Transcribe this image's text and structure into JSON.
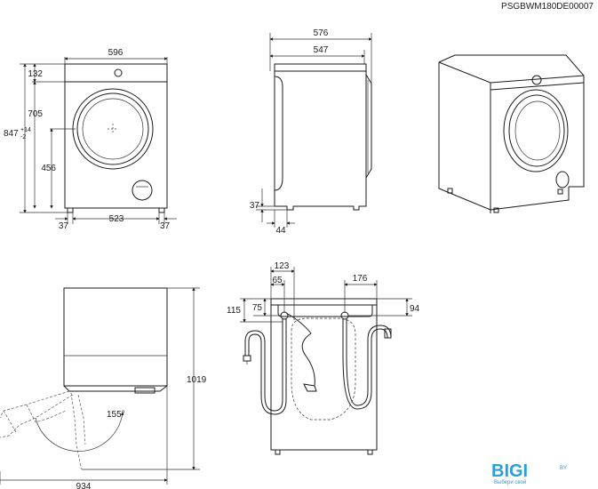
{
  "code": "PSGBWM180DE00007",
  "front": {
    "width": "596",
    "top_panel": "132",
    "height_door": "705",
    "height_total": "847",
    "tol_plus": "+14",
    "tol_minus": "-2",
    "door_center": "456",
    "foot_left": "37",
    "foot_span": "523",
    "foot_right": "37"
  },
  "side": {
    "depth_total": "576",
    "depth_body": "547",
    "foot_height": "37",
    "foot_offset": "44"
  },
  "door_open": {
    "depth": "934",
    "height": "1019",
    "angle": "155°"
  },
  "back": {
    "d123": "123",
    "d65": "65",
    "d176": "176",
    "d115": "115",
    "d75": "75",
    "d94": "94"
  },
  "logo": {
    "text": "BIGI",
    "suffix": "BY",
    "tagline": "Выбери свой"
  }
}
